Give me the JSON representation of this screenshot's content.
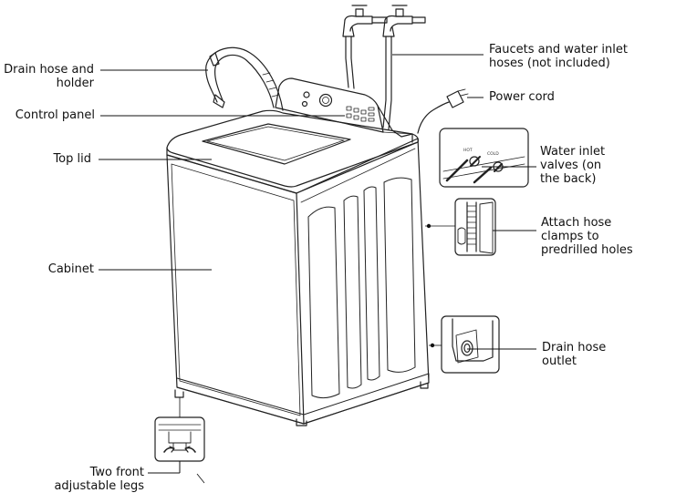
{
  "labels": {
    "drain_hose_holder": [
      "Drain hose and",
      "holder"
    ],
    "control_panel": [
      "Control panel"
    ],
    "top_lid": [
      "Top lid"
    ],
    "cabinet": [
      "Cabinet"
    ],
    "legs": [
      "Two front",
      "adjustable legs"
    ],
    "faucets": [
      "Faucets and water inlet",
      "hoses (not included)"
    ],
    "power_cord": [
      "Power cord"
    ],
    "inlet_valves": [
      "Water inlet",
      "valves (on",
      "the back)"
    ],
    "hose_clamps": [
      "Attach hose",
      "clamps to",
      "predrilled holes"
    ],
    "drain_outlet": [
      "Drain hose",
      "outlet"
    ]
  },
  "valve_tags": [
    "HOT",
    "COLD"
  ]
}
